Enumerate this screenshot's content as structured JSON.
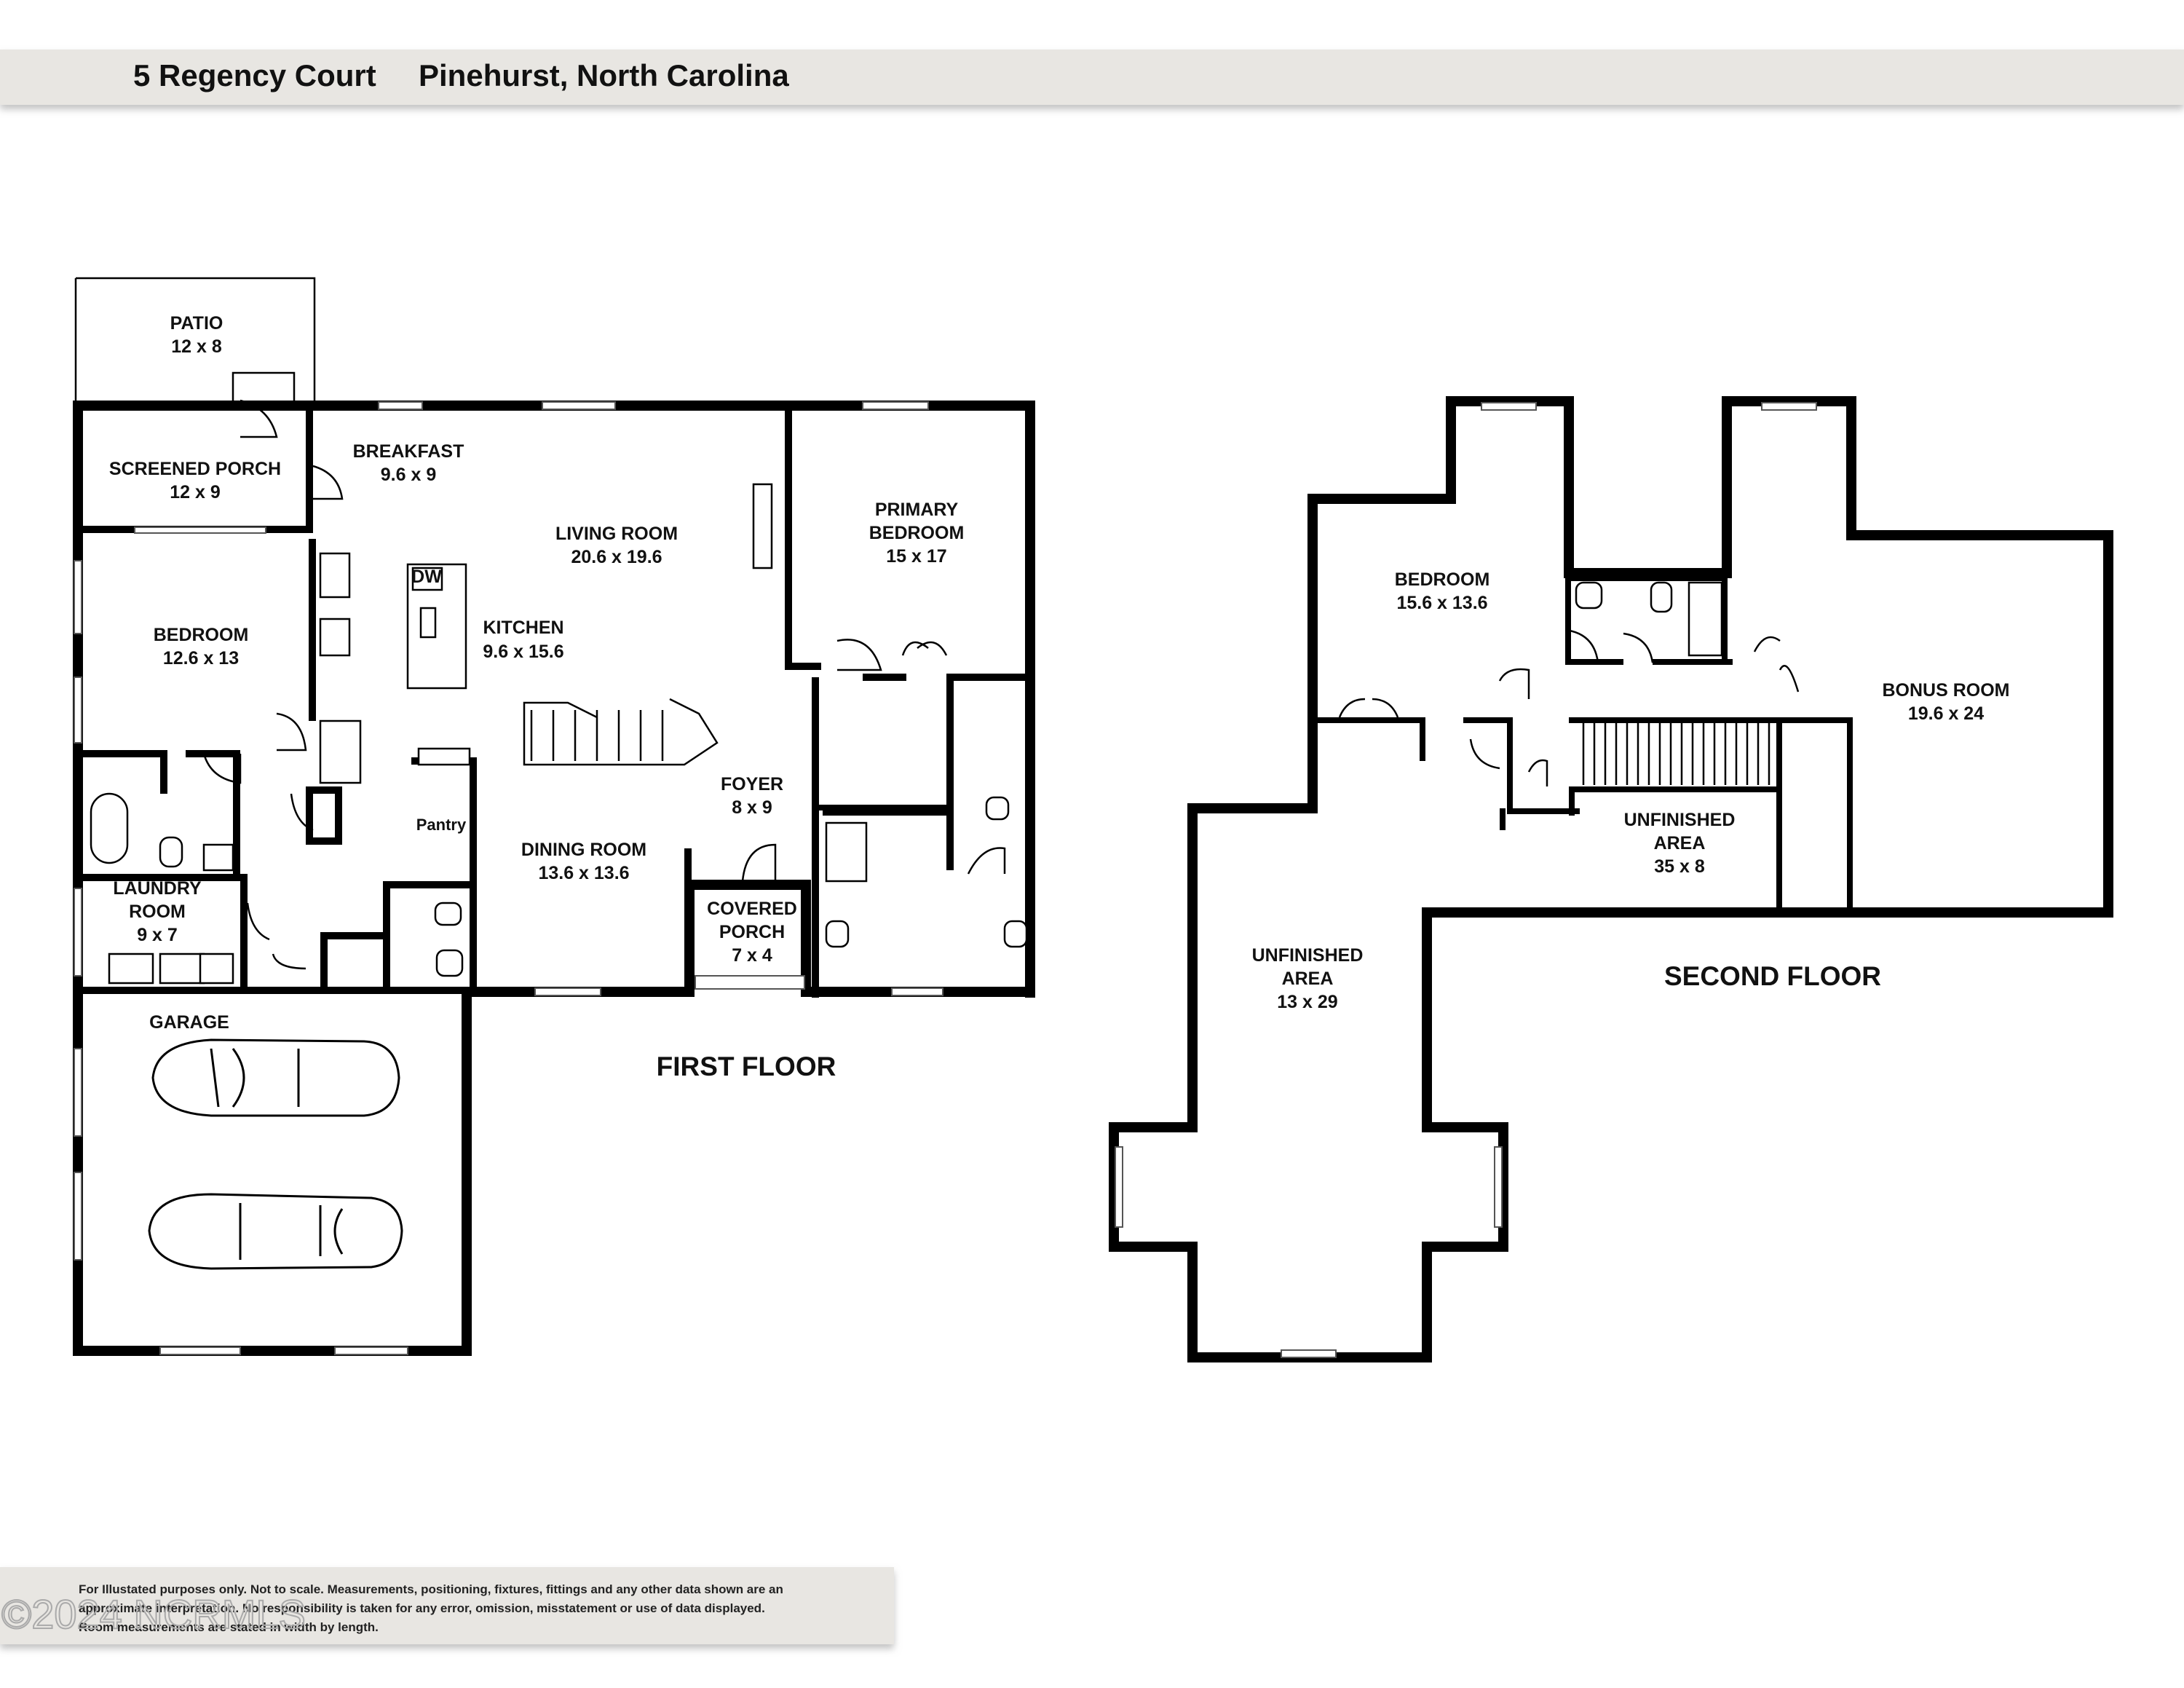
{
  "header": {
    "address": "5 Regency Court",
    "city": "Pinehurst, North Carolina"
  },
  "first_floor": {
    "label": "FIRST FLOOR",
    "rooms": {
      "patio": {
        "name": "PATIO",
        "size": "12 x 8"
      },
      "screened_porch": {
        "name": "SCREENED PORCH",
        "size": "12 x 9"
      },
      "breakfast": {
        "name": "BREAKFAST",
        "size": "9.6 x 9"
      },
      "living_room": {
        "name": "LIVING ROOM",
        "size": "20.6 x 19.6"
      },
      "primary_bedroom": {
        "name1": "PRIMARY",
        "name2": "BEDROOM",
        "size": "15 x 17"
      },
      "bedroom": {
        "name": "BEDROOM",
        "size": "12.6 x 13"
      },
      "kitchen": {
        "name": "KITCHEN",
        "size": "9.6 x 15.6"
      },
      "foyer": {
        "name": "FOYER",
        "size": "8 x 9"
      },
      "pantry": {
        "name": "Pantry"
      },
      "dining_room": {
        "name": "DINING ROOM",
        "size": "13.6 x 13.6"
      },
      "laundry_room": {
        "name1": "LAUNDRY",
        "name2": "ROOM",
        "size": "9 x 7"
      },
      "covered_porch": {
        "name1": "COVERED",
        "name2": "PORCH",
        "size": "7 x 4"
      },
      "garage": {
        "name": "GARAGE"
      },
      "dishwasher": {
        "name": "DW"
      }
    }
  },
  "second_floor": {
    "label": "SECOND FLOOR",
    "rooms": {
      "bedroom": {
        "name": "BEDROOM",
        "size": "15.6 x 13.6"
      },
      "bonus_room": {
        "name": "BONUS ROOM",
        "size": "19.6 x 24"
      },
      "unfinished_area_upper": {
        "name1": "UNFINISHED",
        "name2": "AREA",
        "size": "35 x 8"
      },
      "unfinished_area_lower": {
        "name1": "UNFINISHED",
        "name2": "AREA",
        "size": "13 x 29"
      }
    }
  },
  "footer": {
    "line1": "For Illustated purposes only. Not to scale. Measurements, positioning, fixtures, fittings and any other data shown are an",
    "line2": "approximate interpretation. No responsibility is taken for any error, omission, misstatement or use of data displayed.",
    "line3": "Room measurements are stated in width by length.",
    "watermark": "©2024 NCRMLS"
  }
}
